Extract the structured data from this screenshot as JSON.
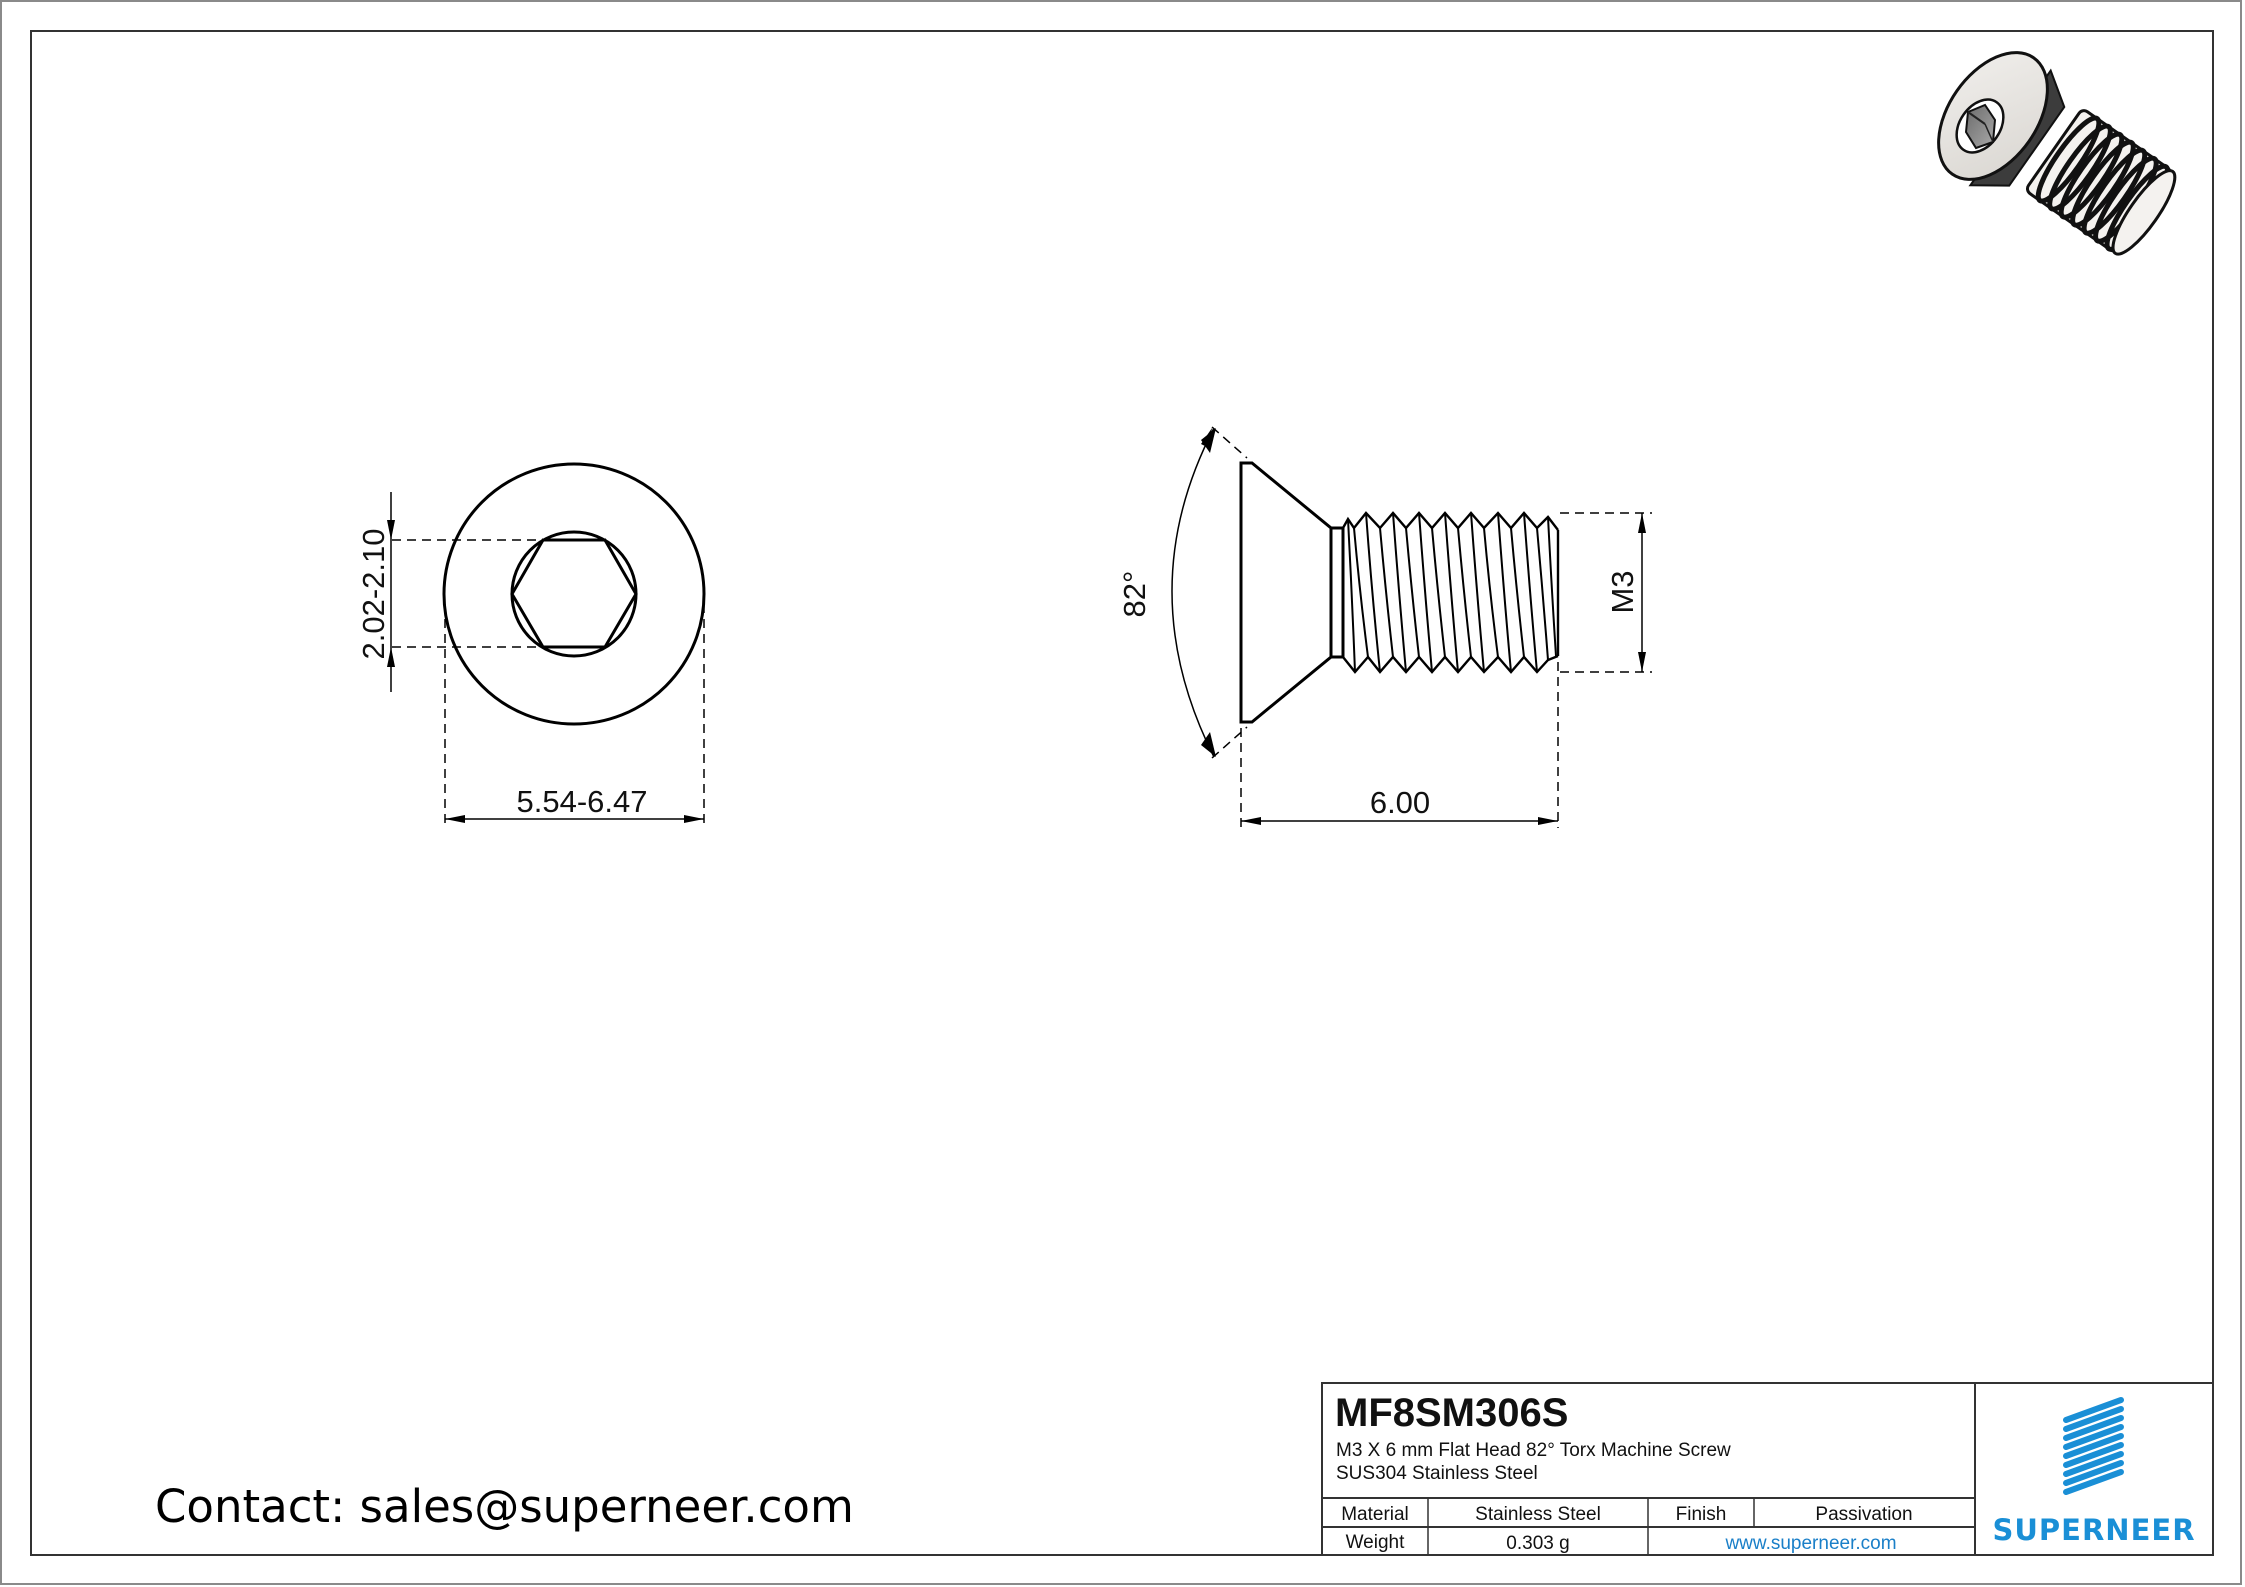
{
  "drawing": {
    "title_block": {
      "part_number": "MF8SM306S",
      "description_line1": "M3 X 6 mm  Flat Head 82° Torx Machine Screw",
      "description_line2": "SUS304 Stainless Steel",
      "rows": [
        {
          "label": "Material",
          "value": "Stainless Steel",
          "label2": "Finish",
          "value2": "Passivation"
        },
        {
          "label": "Weight",
          "value": "0.303 g",
          "link": "www.superneer.com"
        }
      ],
      "logo_text": "SUPERNEER",
      "logo_color": "#1a8fd6",
      "link_color": "#1a7fc8"
    },
    "contact": "Contact: sales@superneer.com",
    "top_view": {
      "name": "head top view",
      "dimensions": {
        "socket_width": "2.02-2.10",
        "head_diameter": "5.54-6.47"
      }
    },
    "side_view": {
      "name": "side view",
      "dimensions": {
        "head_angle": "82°",
        "length": "6.00",
        "thread": "M3"
      }
    },
    "iso_view": {
      "name": "3D isometric render of countersunk screw"
    }
  }
}
